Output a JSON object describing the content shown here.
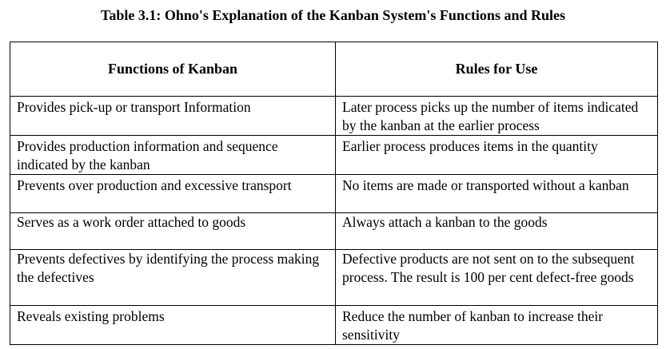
{
  "caption": "Table 3.1: Ohno's Explanation of the Kanban System's Functions and Rules",
  "table": {
    "headers": [
      "Functions of Kanban",
      "Rules for Use"
    ],
    "rows": [
      [
        "Provides pick-up or transport Information",
        "Later process picks up the number of items indicated by the kanban at the earlier process"
      ],
      [
        "Provides production information and sequence indicated by the kanban",
        "Earlier process produces items in the quantity"
      ],
      [
        "Prevents over production and excessive transport",
        "No items are made or transported without a kanban"
      ],
      [
        "Serves as a work order attached to goods",
        "Always attach a kanban to the goods"
      ],
      [
        "Prevents defectives by identifying the process making the defectives",
        "Defective products are not sent on to the subsequent process. The result is 100 per cent defect-free goods"
      ],
      [
        "Reveals existing problems",
        "Reduce the number of kanban to increase their sensitivity"
      ]
    ]
  }
}
